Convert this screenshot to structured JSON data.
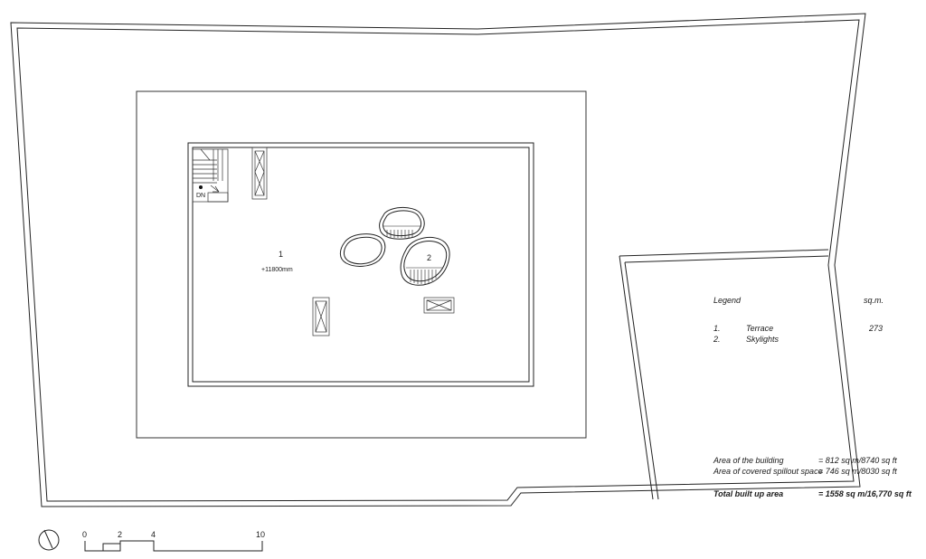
{
  "plan": {
    "room_1": {
      "number": "1",
      "level": "+11800mm"
    },
    "room_2": {
      "number": "2"
    },
    "stair_label": "DN"
  },
  "legend": {
    "title": "Legend",
    "unit": "sq.m.",
    "items": [
      {
        "num": "1.",
        "name": "Terrace",
        "area": "273"
      },
      {
        "num": "2.",
        "name": "Skylights",
        "area": ""
      }
    ]
  },
  "areas": {
    "building": {
      "label": "Area of the building",
      "value": "= 812 sq m/8740 sq ft"
    },
    "spillout": {
      "label": "Area of covered spillout space",
      "value": "= 746 sq m/8030 sq ft"
    },
    "total": {
      "label": "Total built up area",
      "value": "= 1558 sq m/16,770 sq ft"
    }
  },
  "scale_bar": {
    "ticks": [
      "0",
      "2",
      "4",
      "10"
    ]
  },
  "north_icon": "north-arrow-icon"
}
